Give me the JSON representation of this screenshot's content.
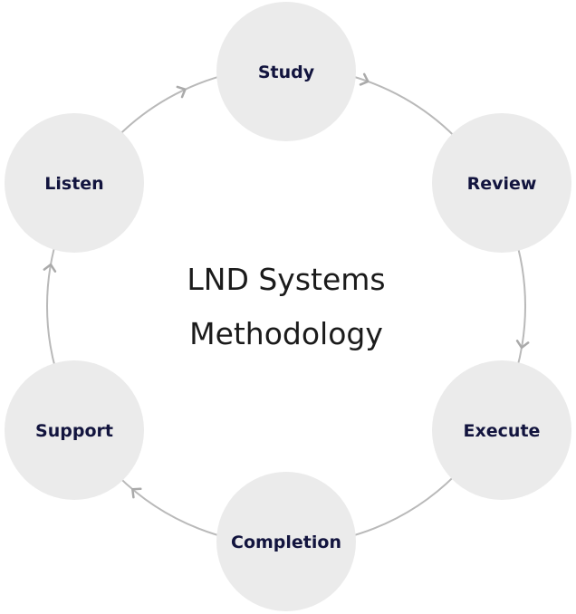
{
  "diagram": {
    "center": {
      "line1": "LND Systems",
      "line2": "Methodology"
    },
    "nodes": [
      {
        "id": "study",
        "label": "Study"
      },
      {
        "id": "review",
        "label": "Review"
      },
      {
        "id": "execute",
        "label": "Execute"
      },
      {
        "id": "completion",
        "label": "Completion"
      },
      {
        "id": "support",
        "label": "Support"
      },
      {
        "id": "listen",
        "label": "Listen"
      }
    ],
    "colors": {
      "node_fill": "#ebebeb",
      "ring": "#b9b9b9",
      "arrow": "#aaaaaa",
      "node_text": "#12143e",
      "center_text": "#1b1b1b"
    }
  }
}
